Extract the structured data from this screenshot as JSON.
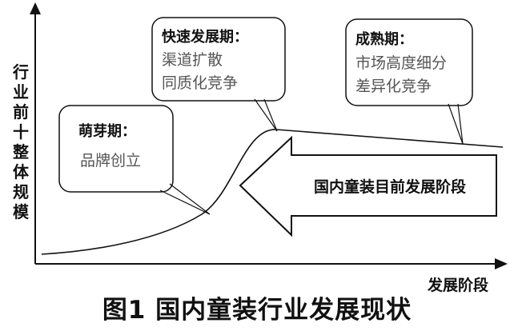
{
  "axes": {
    "y_label": "行业前十整体规模",
    "x_label": "发展阶段"
  },
  "stages": [
    {
      "title": "萌芽期：",
      "lines": [
        "品牌创立"
      ]
    },
    {
      "title": "快速发展期：",
      "lines": [
        "渠道扩散",
        "同质化竞争"
      ]
    },
    {
      "title": "成熟期：",
      "lines": [
        "市场高度细分",
        "差异化竞争"
      ]
    }
  ],
  "current_marker": "国内童装目前发展阶段",
  "caption": "图1  国内童装行业发展现状"
}
